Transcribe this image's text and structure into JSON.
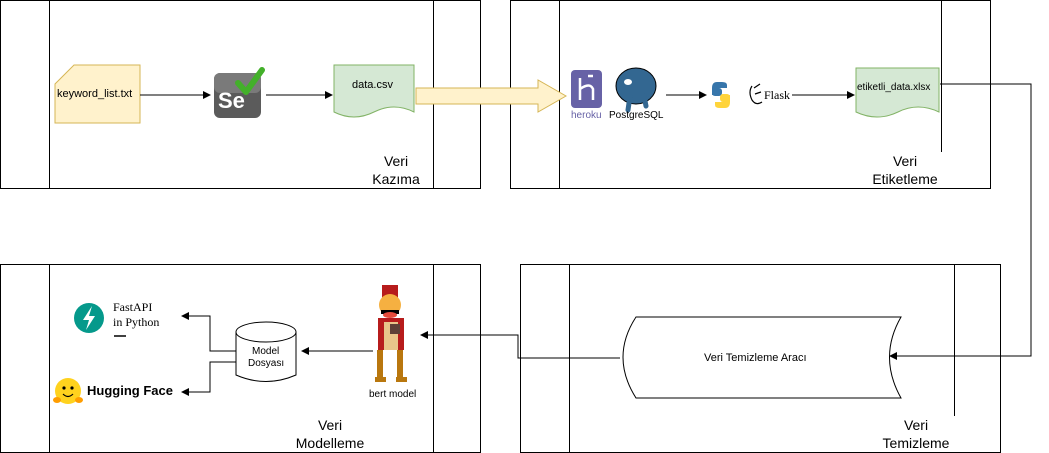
{
  "stages": {
    "scraping": {
      "line1": "Veri",
      "line2": "Kazıma"
    },
    "labeling": {
      "line1": "Veri",
      "line2": "Etiketleme"
    },
    "modeling": {
      "line1": "Veri",
      "line2": "Modelleme"
    },
    "cleaning": {
      "line1": "Veri",
      "line2": "Temizleme"
    }
  },
  "nodes": {
    "keyword_file": "keyword_list.txt",
    "selenium_logo": "Se",
    "data_csv": "data.csv",
    "heroku_logo": "heroku",
    "postgres_logo": "PostgreSQL",
    "flask_logo": "Flask",
    "labeled_file": "etiketli_data.xlsx",
    "cleaning_tool": "Veri Temizleme Aracı",
    "bert_model": "bert model",
    "model_file_line1": "Model",
    "model_file_line2": "Dosyası",
    "fastapi_line1": "FastAPI",
    "fastapi_line2": "in Python",
    "huggingface": "Hugging Face"
  },
  "colors": {
    "file_yellow": "#fff2cc",
    "file_yellow_border": "#d6b656",
    "doc_green": "#d5e8d4",
    "doc_green_border": "#82b366",
    "heroku_purple": "#6762a6",
    "postgres_blue": "#336791",
    "fastapi_teal": "#05998b",
    "hf_yellow": "#ffd21e"
  }
}
